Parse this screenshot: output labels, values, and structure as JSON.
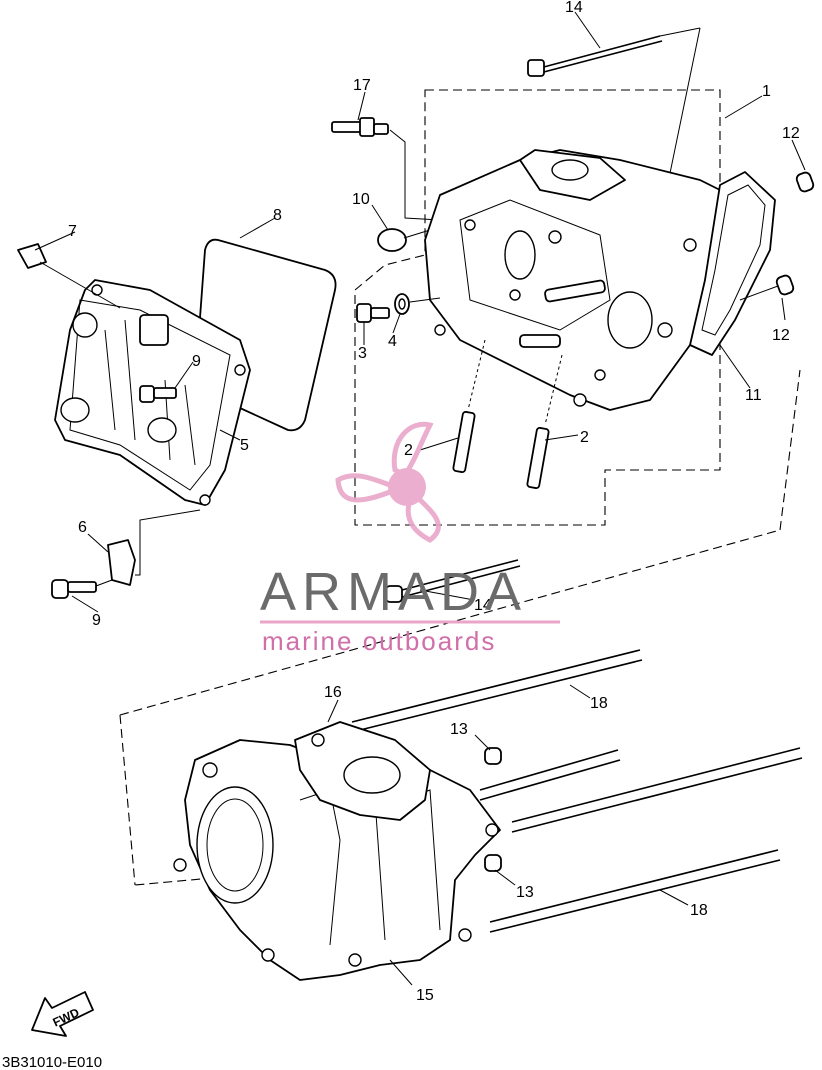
{
  "diagram": {
    "labels": {
      "l1": "1",
      "l2a": "2",
      "l2b": "2",
      "l3": "3",
      "l4": "4",
      "l5": "5",
      "l6": "6",
      "l7": "7",
      "l8": "8",
      "l9a": "9",
      "l9b": "9",
      "l10": "10",
      "l11": "11",
      "l12a": "12",
      "l12b": "12",
      "l13a": "13",
      "l13b": "13",
      "l14a": "14",
      "l14b": "14",
      "l15": "15",
      "l16": "16",
      "l17": "17",
      "l18a": "18",
      "l18b": "18"
    },
    "fwd_label": "FWD",
    "code": "3B31010-E010"
  },
  "watermark": {
    "brand": "ARMADA",
    "tagline": "marine outboards",
    "colors": {
      "brand": "#6b6b6b",
      "accent": "#e9a6c9",
      "tagline": "#d06fa8"
    }
  }
}
